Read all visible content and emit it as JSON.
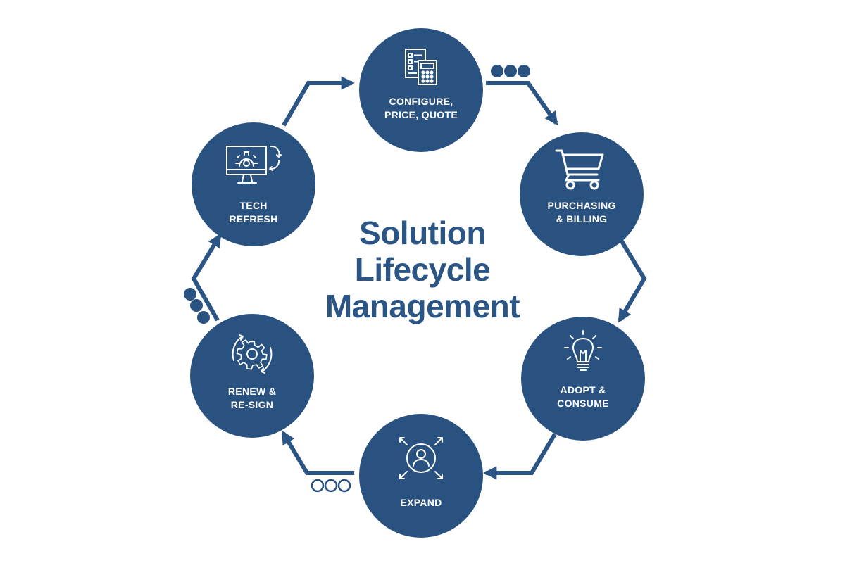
{
  "title": {
    "line1": "Solution",
    "line2": "Lifecycle",
    "line3": "Management"
  },
  "colors": {
    "circle": "#2a5280",
    "arrow": "#2b5585",
    "title": "#2b5585",
    "label": "#ffffff"
  },
  "stages": [
    {
      "key": "cpq",
      "icon": "calculator-document-icon",
      "line1": "CONFIGURE,",
      "line2": "PRICE, QUOTE"
    },
    {
      "key": "purchasing",
      "icon": "shopping-cart-icon",
      "line1": "PURCHASING",
      "line2": "& BILLING"
    },
    {
      "key": "adopt",
      "icon": "lightbulb-icon",
      "line1": "ADOPT &",
      "line2": "CONSUME"
    },
    {
      "key": "expand",
      "icon": "person-expand-icon",
      "line1": "EXPAND",
      "line2": ""
    },
    {
      "key": "renew",
      "icon": "gear-cycle-icon",
      "line1": "RENEW &",
      "line2": "RE-SIGN"
    },
    {
      "key": "tech",
      "icon": "monitor-refresh-icon",
      "line1": "TECH",
      "line2": "REFRESH"
    }
  ]
}
